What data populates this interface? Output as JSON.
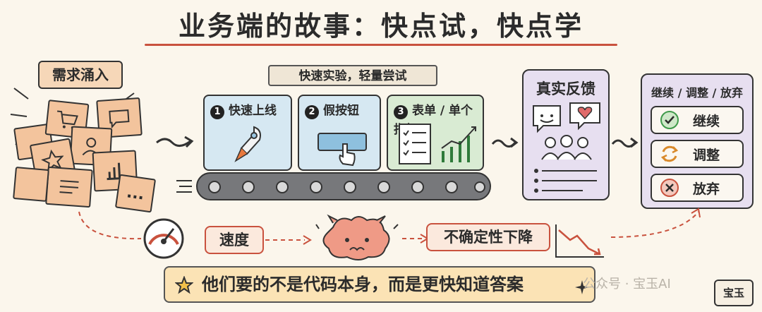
{
  "title": "业务端的故事：快点试，快点学",
  "intake": {
    "label": "需求涌入",
    "dots": "..."
  },
  "experiment": {
    "banner": "快速实验，轻量尝试",
    "steps": [
      {
        "num": "1",
        "label": "快速上线"
      },
      {
        "num": "2",
        "label": "假按钮"
      },
      {
        "num": "3",
        "label": "表单 / 单个指标"
      }
    ]
  },
  "feedback": {
    "title": "真实反馈"
  },
  "decision": {
    "title": "继续 / 调整 / 放弃",
    "options": [
      {
        "label": "继续",
        "color": "#3f9a4a"
      },
      {
        "label": "调整",
        "color": "#d98a2b"
      },
      {
        "label": "放弃",
        "color": "#c9523e"
      }
    ]
  },
  "outcomes": {
    "speed": "速度",
    "uncertainty": "不确定性下降"
  },
  "bottom": {
    "text": "他们要的不是代码本身，而是更快知道答案"
  },
  "watermark": "公众号 · 宝玉AI",
  "seal": "宝玉",
  "colors": {
    "accent": "#c9523e",
    "note": "#f3c49d",
    "card_blue": "#d6e8f2",
    "card_green": "#d9ebd3",
    "panel": "#e7dff0"
  }
}
